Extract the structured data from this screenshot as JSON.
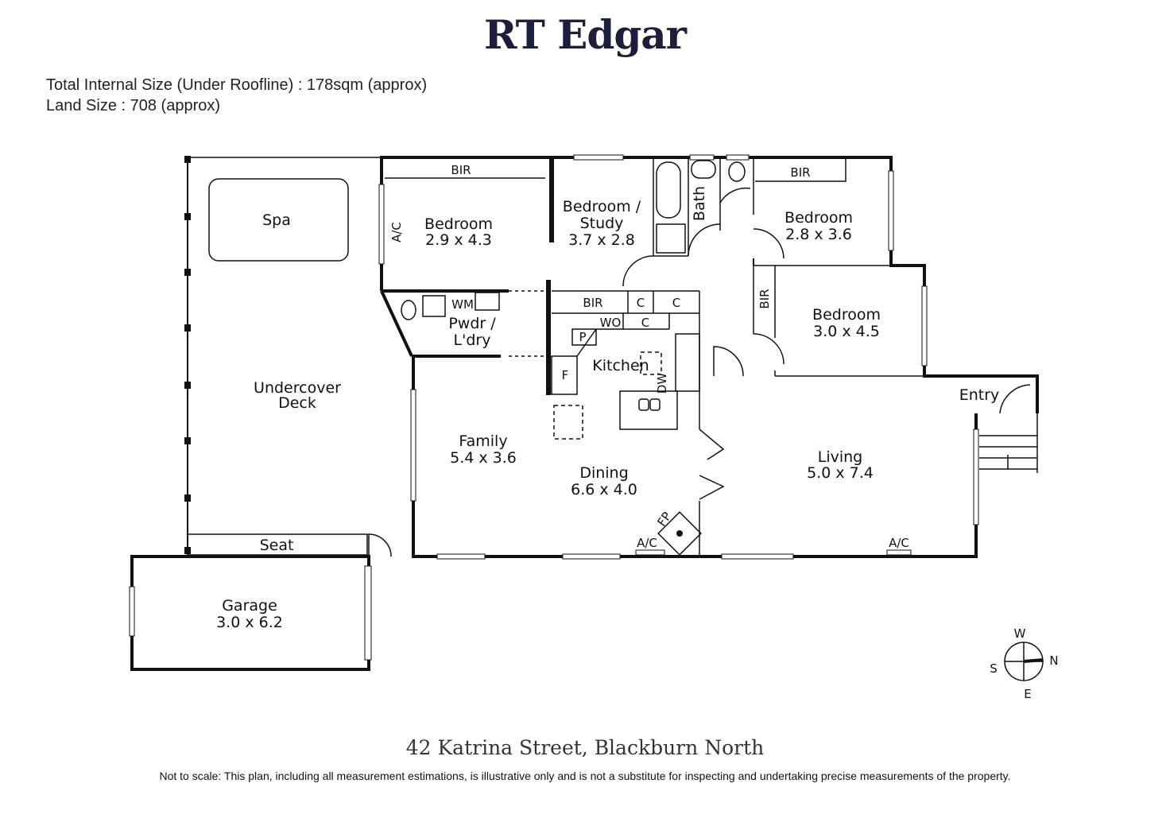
{
  "brand": "RT Edgar",
  "sizes": {
    "internal": "Total Internal Size (Under Roofline) : 178sqm (approx)",
    "land": "Land Size : 708 (approx)"
  },
  "rooms": {
    "spa": "Spa",
    "deck": [
      "Undercover",
      "Deck"
    ],
    "seat": "Seat",
    "garage": [
      "Garage",
      "3.0 x 6.2"
    ],
    "bedroom1": [
      "Bedroom",
      "2.9 x 4.3"
    ],
    "bedroom_study": [
      "Bedroom /",
      "Study",
      "3.7 x 2.8"
    ],
    "bath": "Bath",
    "bedroom2": [
      "Bedroom",
      "2.8 x 3.6"
    ],
    "bedroom3": [
      "Bedroom",
      "3.0 x 4.5"
    ],
    "pwdr": [
      "Pwdr /",
      "L'dry"
    ],
    "wm": "WM",
    "kitchen": "Kitchen",
    "dw": "DW",
    "family": [
      "Family",
      "5.4 x 3.6"
    ],
    "dining": [
      "Dining",
      "6.6 x 4.0"
    ],
    "living": [
      "Living",
      "5.0 x 7.4"
    ],
    "entry": "Entry",
    "bir": "BIR",
    "c": "C",
    "wo": "WO",
    "p": "P",
    "f": "F",
    "ac": "A/C",
    "fp": "FP"
  },
  "compass": {
    "w": "W",
    "s": "S",
    "n": "N",
    "e": "E"
  },
  "address": "42 Katrina Street, Blackburn North",
  "disclaimer": "Not to scale: This plan, including all measurement estimations, is illustrative only and is not a substitute for inspecting and undertaking precise measurements of the property."
}
